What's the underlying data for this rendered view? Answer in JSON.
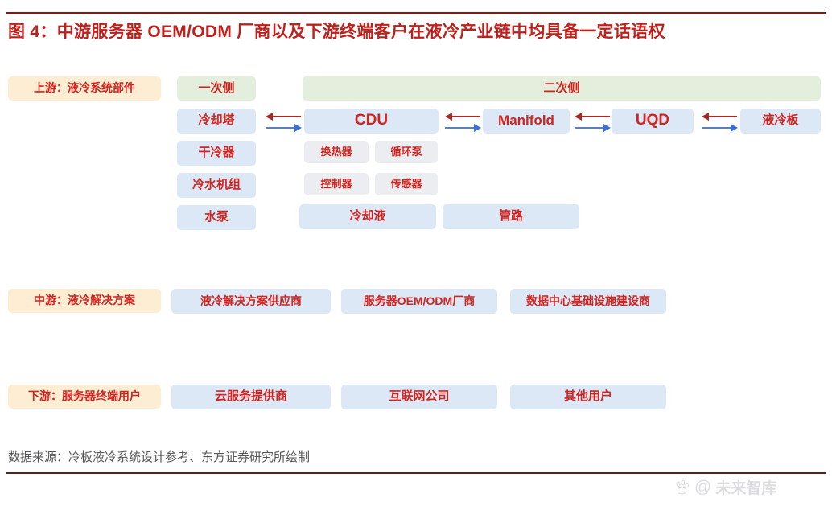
{
  "figure": {
    "title": "图 4：中游服务器 OEM/ODM 厂商以及下游终端客户在液冷产业链中均具备一定话语权",
    "source": "数据来源：冷板液冷系统设计参考、东方证券研究所绘制",
    "watermark": "@未来智库"
  },
  "colors": {
    "title_red": "#c0201b",
    "node_text_red": "#d2231f",
    "beige": "#fdeed3",
    "green": "#e4eedc",
    "blue": "#dce8f5",
    "gray": "#ebedf0",
    "arrow_red": "#a92a22",
    "arrow_blue": "#5b7fbd",
    "rule": "#7b1a16"
  },
  "tiers": {
    "upstream_label": "上游：液冷系统部件",
    "midstream_label": "中游：液冷解决方案",
    "downstream_label": "下游：服务器终端用户"
  },
  "upstream": {
    "side_labels": {
      "primary": "一次侧",
      "secondary": "二次侧"
    },
    "primary_column": [
      "冷却塔",
      "干冷器",
      "冷水机组",
      "水泵"
    ],
    "secondary_chain": [
      "CDU",
      "Manifold",
      "UQD",
      "液冷板"
    ],
    "cdu_subparts": [
      "换热器",
      "循环泵",
      "控制器",
      "传感器"
    ],
    "shared_parts": [
      "冷却液",
      "管路"
    ]
  },
  "midstream": {
    "items": [
      "液冷解决方案供应商",
      "服务器OEM/ODM厂商",
      "数据中心基础设施建设商"
    ]
  },
  "downstream": {
    "items": [
      "云服务提供商",
      "互联网公司",
      "其他用户"
    ]
  }
}
